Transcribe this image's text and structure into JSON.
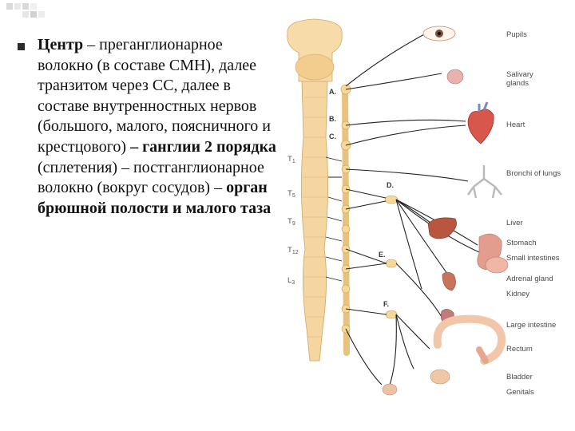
{
  "text": {
    "p1_bold": "Центр",
    "p1": " – преганглионарное волокно (в составе СМН), далее транзитом через СС, далее в составе внутренностных нервов (большого, малого, поясничного и крестцового) ",
    "p2_bold": "– ганглии 2 порядка",
    "p3": " (сплетения) – постганглионарное волокно (вокруг сосудов) – ",
    "p4_bold": "орган брюшной полости и малого таза"
  },
  "diagram": {
    "spinal_levels": [
      "T1",
      "T5",
      "T9",
      "T12",
      "L3"
    ],
    "ganglia": [
      "A.",
      "B.",
      "C.",
      "D.",
      "E.",
      "F."
    ],
    "organs": [
      "Pupils",
      "Salivary glands",
      "Heart",
      "Bronchi of lungs",
      "Liver",
      "Stomach",
      "Small intestines",
      "Adrenal gland",
      "Kidney",
      "Large intestine",
      "Rectum",
      "Bladder",
      "Genitals"
    ],
    "colors": {
      "cord": "#f4d39a",
      "ganglion": "#f6d99a",
      "nerve": "#222222",
      "bullet": "#2b2b2b"
    }
  }
}
